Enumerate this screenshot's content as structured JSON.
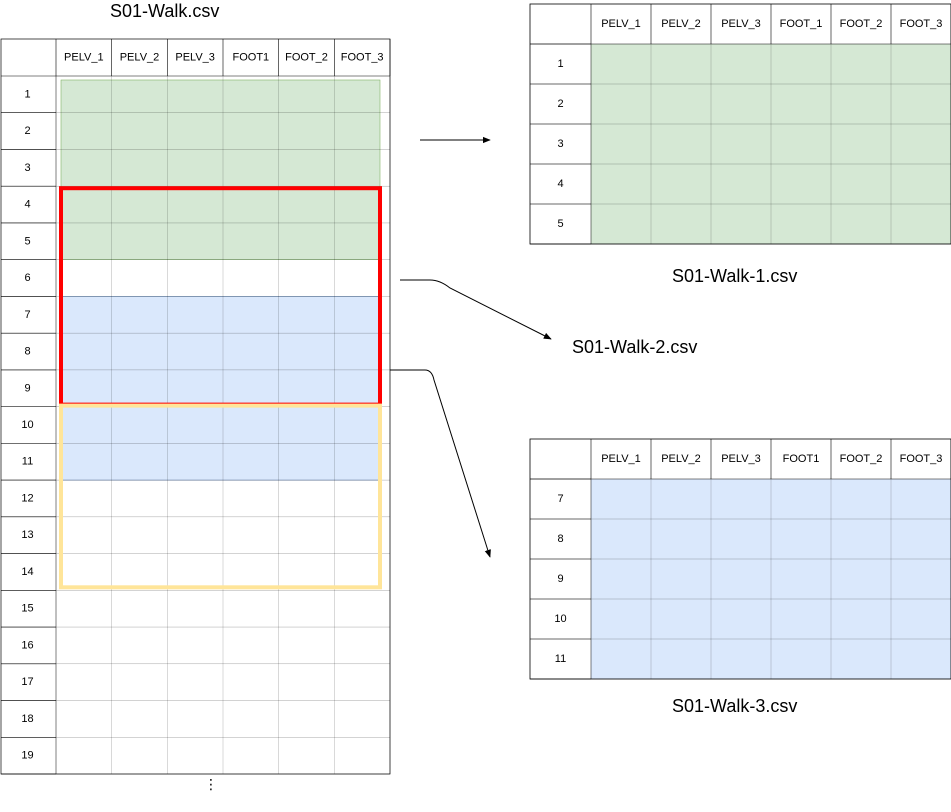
{
  "source": {
    "title": "S01-Walk.csv",
    "columns": [
      "PELV_1",
      "PELV_2",
      "PELV_3",
      "FOOT1",
      "FOOT_2",
      "FOOT_3"
    ],
    "rows": [
      "1",
      "2",
      "3",
      "4",
      "5",
      "6",
      "7",
      "8",
      "9",
      "10",
      "11",
      "12",
      "13",
      "14",
      "15",
      "16",
      "17",
      "18",
      "19"
    ],
    "continuation": "⋮"
  },
  "outputs": [
    {
      "title": "S01-Walk-1.csv",
      "columns": [
        "PELV_1",
        "PELV_2",
        "PELV_3",
        "FOOT_1",
        "FOOT_2",
        "FOOT_3"
      ],
      "rows": [
        "1",
        "2",
        "3",
        "4",
        "5"
      ],
      "fill": "#d5e8d4"
    },
    {
      "title": "S01-Walk-2.csv"
    },
    {
      "title": "S01-Walk-3.csv",
      "columns": [
        "PELV_1",
        "PELV_2",
        "PELV_3",
        "FOOT1",
        "FOOT_2",
        "FOOT_3"
      ],
      "rows": [
        "7",
        "8",
        "9",
        "10",
        "11"
      ],
      "fill": "#dae8fc"
    }
  ],
  "colors": {
    "window_1_fill": "#d5e8d4",
    "window_3_fill": "#dae8fc",
    "window_2_outline": "#ff0000",
    "window_4_outline": "#ffe599",
    "grid_line": "#000000"
  }
}
